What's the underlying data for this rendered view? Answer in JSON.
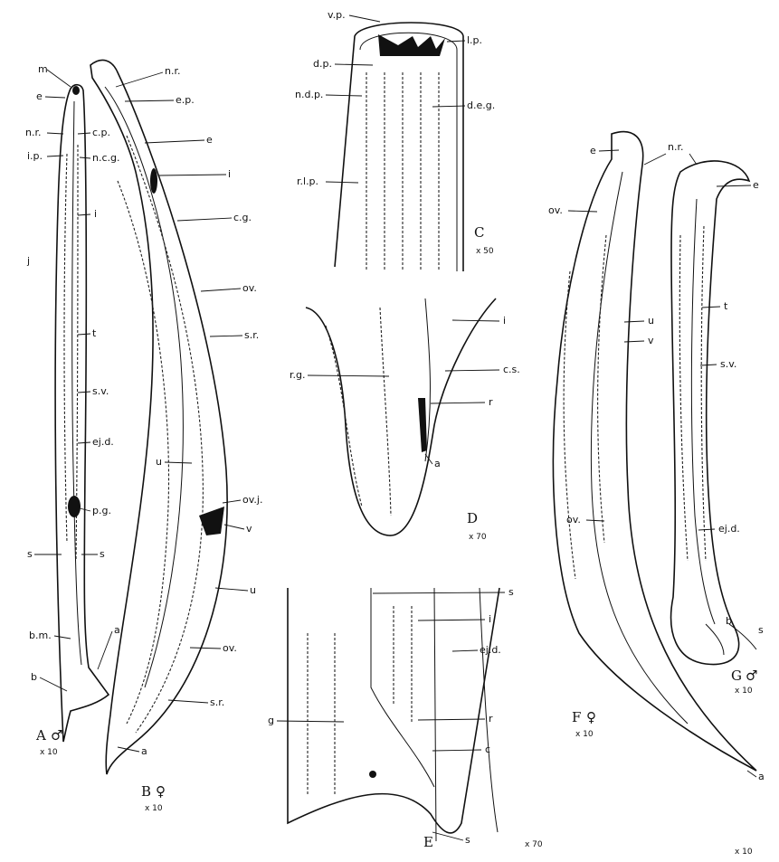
{
  "figures": [
    {
      "id": "A",
      "sex": "♂",
      "scale": "x 10"
    },
    {
      "id": "B",
      "sex": "♀",
      "scale": "x 10"
    },
    {
      "id": "C",
      "sex": "",
      "scale": "x 50"
    },
    {
      "id": "D",
      "sex": "",
      "scale": "x 70"
    },
    {
      "id": "E",
      "sex": "",
      "scale": "x 70"
    },
    {
      "id": "F",
      "sex": "♀",
      "scale": "x 10"
    },
    {
      "id": "G",
      "sex": "♂",
      "scale": "x 10"
    }
  ],
  "footer_scale": "x 10",
  "labels": {
    "A": [
      "m",
      "e",
      "n.r.",
      "c.p.",
      "i.p.",
      "n.c.g.",
      "i",
      "j",
      "t",
      "s.v.",
      "ej.d.",
      "p.g.",
      "s",
      "s",
      "b.m.",
      "a",
      "b"
    ],
    "B": [
      "n.r.",
      "e.p.",
      "e",
      "i",
      "c.g.",
      "ov.",
      "s.r.",
      "u",
      "ov.j.",
      "v",
      "u",
      "ov.",
      "s.r.",
      "a"
    ],
    "C": [
      "v.p.",
      "l.p.",
      "d.p.",
      "n.d.p.",
      "d.e.g.",
      "r.l.p."
    ],
    "D": [
      "i",
      "r.g.",
      "c.s.",
      "r",
      "a"
    ],
    "E": [
      "s",
      "i",
      "ej.d.",
      "g",
      "r",
      "c",
      "s"
    ],
    "F": [
      "e",
      "ov.",
      "u",
      "v",
      "ov.",
      "a"
    ],
    "G": [
      "n.r.",
      "e",
      "t",
      "s.v.",
      "ej.d.",
      "b",
      "s"
    ]
  }
}
